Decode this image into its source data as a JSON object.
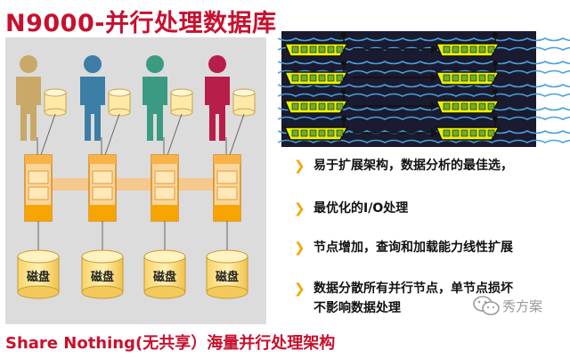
{
  "title": "N9000-并行处理数据库",
  "footer": "Share Nothing(无共享）海量并行处理架构",
  "diagram": {
    "users": [
      {
        "color": "#c9a868"
      },
      {
        "color": "#3c7ea6"
      },
      {
        "color": "#3b9a82"
      },
      {
        "color": "#b81e4a"
      }
    ],
    "disk_label": "磁盘",
    "accent": "#f6a500"
  },
  "bullets": [
    {
      "text": "易于扩展架构，数据分析的最佳选，"
    },
    {
      "text": "最优化的I/O处理"
    },
    {
      "text": "节点增加，查询和加载能力线性扩展"
    },
    {
      "text": "数据分散所有并行节点，单节点损坏"
    },
    {
      "text": "不影响数据处理"
    }
  ],
  "watermark": {
    "text": "秀方案",
    "icon": "wechat-icon"
  }
}
